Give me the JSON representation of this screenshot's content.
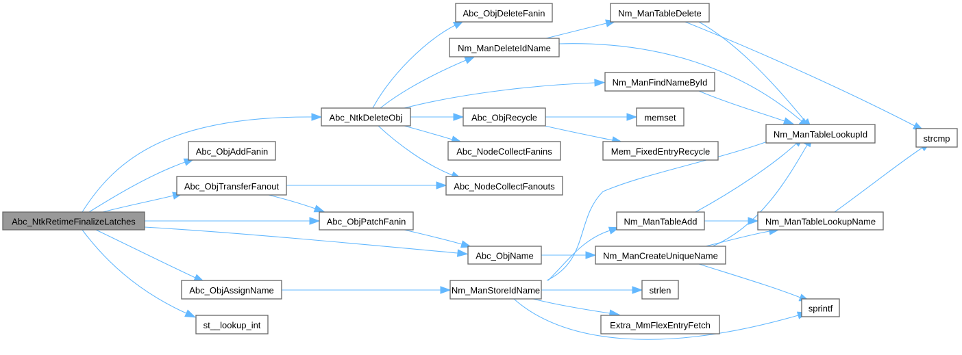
{
  "diagram": {
    "title": "Call graph",
    "edge_color": "#63b8ff",
    "root_fill": "#999999",
    "nodes": [
      {
        "id": "root",
        "label": "Abc_NtkRetimeFinalizeLatches",
        "root": true
      },
      {
        "id": "ntkdel",
        "label": "Abc_NtkDeleteObj"
      },
      {
        "id": "addfanin",
        "label": "Abc_ObjAddFanin"
      },
      {
        "id": "xferfanout",
        "label": "Abc_ObjTransferFanout"
      },
      {
        "id": "patchfanin",
        "label": "Abc_ObjPatchFanin"
      },
      {
        "id": "assignname",
        "label": "Abc_ObjAssignName"
      },
      {
        "id": "stlookup",
        "label": "st__lookup_int"
      },
      {
        "id": "delfanin",
        "label": "Abc_ObjDeleteFanin"
      },
      {
        "id": "nmdelid",
        "label": "Nm_ManDeleteIdName"
      },
      {
        "id": "recycle",
        "label": "Abc_ObjRecycle"
      },
      {
        "id": "colfanins",
        "label": "Abc_NodeCollectFanins"
      },
      {
        "id": "colfanouts",
        "label": "Abc_NodeCollectFanouts"
      },
      {
        "id": "objname",
        "label": "Abc_ObjName"
      },
      {
        "id": "storeid",
        "label": "Nm_ManStoreIdName"
      },
      {
        "id": "tabdel",
        "label": "Nm_ManTableDelete"
      },
      {
        "id": "findname",
        "label": "Nm_ManFindNameById"
      },
      {
        "id": "memset",
        "label": "memset"
      },
      {
        "id": "memfixed",
        "label": "Mem_FixedEntryRecycle"
      },
      {
        "id": "tabadd",
        "label": "Nm_ManTableAdd"
      },
      {
        "id": "uniq",
        "label": "Nm_ManCreateUniqueName"
      },
      {
        "id": "strlen",
        "label": "strlen"
      },
      {
        "id": "flexfetch",
        "label": "Extra_MmFlexEntryFetch"
      },
      {
        "id": "lookupid",
        "label": "Nm_ManTableLookupId"
      },
      {
        "id": "lookupname",
        "label": "Nm_ManTableLookupName"
      },
      {
        "id": "strcmp",
        "label": "strcmp"
      },
      {
        "id": "sprintf",
        "label": "sprintf"
      }
    ],
    "edges": [
      {
        "from": "root",
        "to": "ntkdel"
      },
      {
        "from": "root",
        "to": "addfanin"
      },
      {
        "from": "root",
        "to": "xferfanout"
      },
      {
        "from": "root",
        "to": "patchfanin"
      },
      {
        "from": "root",
        "to": "objname"
      },
      {
        "from": "root",
        "to": "assignname"
      },
      {
        "from": "root",
        "to": "stlookup"
      },
      {
        "from": "ntkdel",
        "to": "delfanin"
      },
      {
        "from": "ntkdel",
        "to": "nmdelid"
      },
      {
        "from": "ntkdel",
        "to": "findname"
      },
      {
        "from": "ntkdel",
        "to": "recycle"
      },
      {
        "from": "ntkdel",
        "to": "colfanins"
      },
      {
        "from": "ntkdel",
        "to": "colfanouts"
      },
      {
        "from": "xferfanout",
        "to": "colfanouts"
      },
      {
        "from": "xferfanout",
        "to": "patchfanin"
      },
      {
        "from": "patchfanin",
        "to": "objname"
      },
      {
        "from": "assignname",
        "to": "storeid"
      },
      {
        "from": "nmdelid",
        "to": "tabdel"
      },
      {
        "from": "nmdelid",
        "to": "lookupid"
      },
      {
        "from": "tabdel",
        "to": "lookupid"
      },
      {
        "from": "tabdel",
        "to": "strcmp"
      },
      {
        "from": "findname",
        "to": "lookupid"
      },
      {
        "from": "recycle",
        "to": "memset"
      },
      {
        "from": "recycle",
        "to": "memfixed"
      },
      {
        "from": "objname",
        "to": "uniq"
      },
      {
        "from": "storeid",
        "to": "lookupid"
      },
      {
        "from": "storeid",
        "to": "tabadd"
      },
      {
        "from": "storeid",
        "to": "strlen"
      },
      {
        "from": "storeid",
        "to": "flexfetch"
      },
      {
        "from": "storeid",
        "to": "sprintf"
      },
      {
        "from": "tabadd",
        "to": "lookupid"
      },
      {
        "from": "tabadd",
        "to": "lookupname"
      },
      {
        "from": "uniq",
        "to": "lookupid"
      },
      {
        "from": "uniq",
        "to": "lookupname"
      },
      {
        "from": "uniq",
        "to": "sprintf"
      },
      {
        "from": "lookupname",
        "to": "strcmp"
      }
    ]
  }
}
